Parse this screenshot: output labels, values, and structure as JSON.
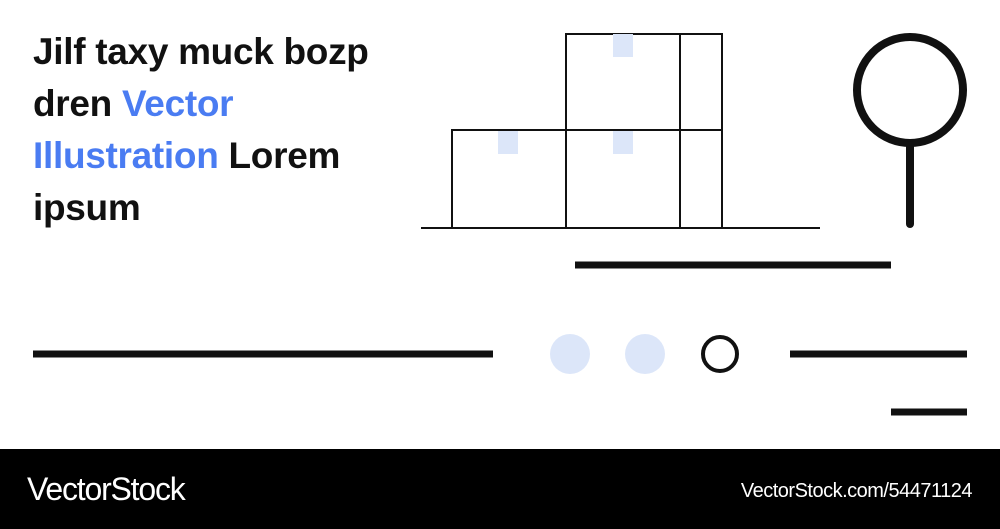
{
  "headline": {
    "part1": "Jilf taxy muck bozp dren ",
    "accent": "Vector Illustration",
    "part2": " Lorem ipsum"
  },
  "footer": {
    "brand": "VectorStock",
    "url": "VectorStock.com/54471124"
  },
  "colors": {
    "accent": "#4a7cf2",
    "pale_blue": "#dce6f9",
    "ink": "#111111",
    "footer_bg": "#000000"
  },
  "icons": [
    "stacked-boxes-icon",
    "magnifier-icon",
    "carousel-dots-icon"
  ]
}
